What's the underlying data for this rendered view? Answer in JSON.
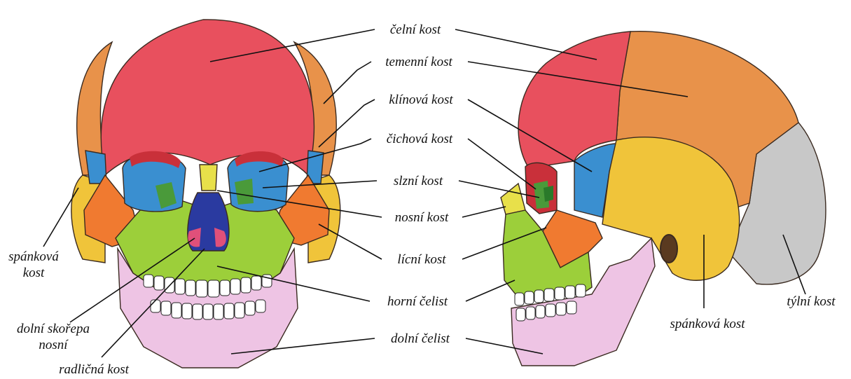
{
  "labels": {
    "celni_kost": "čelní kost",
    "temenni_kost": "temenní kost",
    "klinova_kost": "klínová kost",
    "cichova_kost": "čichová kost",
    "slzni_kost": "slzní kost",
    "nosni_kost": "nosní kost",
    "licni_kost": "lícní kost",
    "horni_celist": "horní čelist",
    "dolni_celist": "dolní čelist",
    "spankova_kost_left_line1": "spánková",
    "spankova_kost_left_line2": "kost",
    "dolni_skorepa_line1": "dolní skořepa",
    "dolni_skorepa_line2": "nosní",
    "radlicna_kost": "radličná kost",
    "spankova_kost_right": "spánková kost",
    "tylni_kost": "týlní kost"
  },
  "colors": {
    "frontal": "#e8505e",
    "parietal": "#e8924a",
    "sphenoid": "#3a8fd0",
    "ethmoid": "#4a9a3a",
    "lacrimal": "#2a7a2a",
    "nasal": "#e8e04a",
    "zygomatic": "#f07a30",
    "maxilla": "#9ccf3a",
    "mandible": "#eec4e4",
    "temporal": "#f0c43a",
    "occipital": "#c8c8c8",
    "vomer": "#2a3aa0",
    "concha": "#e0507a"
  }
}
